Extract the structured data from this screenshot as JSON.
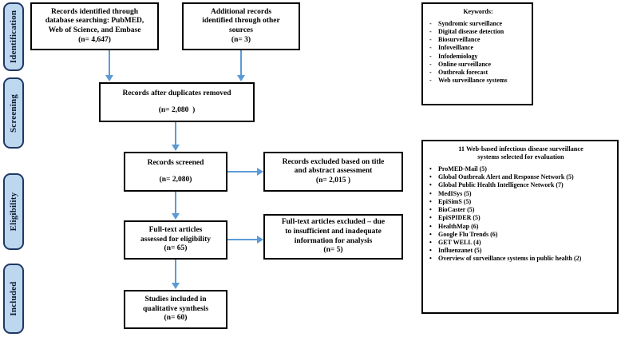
{
  "stages": [
    {
      "label": "Identification"
    },
    {
      "label": "Screening"
    },
    {
      "label": "Eligibility"
    },
    {
      "label": "Included"
    }
  ],
  "flow": {
    "identified_db": {
      "lines": [
        "Records identified through",
        "database searching: PubMED,",
        "Web of Science, and Embase",
        "(n= 4,647)"
      ]
    },
    "identified_other": {
      "lines": [
        "Additional records",
        "identified through other",
        "sources",
        "(n= 3)"
      ]
    },
    "duplicates_removed": {
      "lines": [
        "Records after duplicates removed",
        "",
        "(n= 2,080  )"
      ]
    },
    "records_screened": {
      "lines": [
        "Records screened",
        "",
        "(n= 2,080)"
      ]
    },
    "records_excluded": {
      "lines": [
        "Records excluded based on title",
        "and abstract assessment",
        "(n= 2,015 )"
      ]
    },
    "fulltext_assessed": {
      "lines": [
        "Full-text articles",
        "assessed for eligibility",
        "(n= 65)"
      ]
    },
    "fulltext_excluded": {
      "lines": [
        "Full-text articles excluded – due",
        "to insufficient and inadequate",
        "information for analysis",
        "(n= 5)"
      ]
    },
    "studies_included": {
      "lines": [
        "Studies included in",
        "qualitative synthesis",
        "(n= 60)"
      ]
    }
  },
  "keywords_panel": {
    "title": "Keywords:",
    "bullet": "-",
    "items": [
      "Syndromic surveillance",
      "Digital disease detection",
      "Biosurveillance",
      "Infoveillance",
      "Infodemiology",
      "Online surveillance",
      "Outbreak forecast",
      "Web surveillance systems"
    ]
  },
  "systems_panel": {
    "title_lines": [
      "11 Web-based infectious disease surveillance",
      "systems selected for evaluation"
    ],
    "bullet": "•",
    "items": [
      "ProMED-Mail (5)",
      "Global Outbreak Alert and Response Network (5)",
      "Global Public Health Intelligence Network (7)",
      "MedISys (5)",
      "EpiSimS (5)",
      "BioCaster (5)",
      "EpiSPIDER (5)",
      "HealthMap (6)",
      "Google Flu Trends (6)",
      "GET WELL (4)",
      "Influenzanet (5)",
      "Overview of surveillance systems in public health (2)"
    ]
  },
  "colors": {
    "stage_fill": "#bdd7ee",
    "stage_border": "#1f3864",
    "arrow": "#5b9bd5",
    "box_border": "#000000",
    "text": "#000000"
  }
}
